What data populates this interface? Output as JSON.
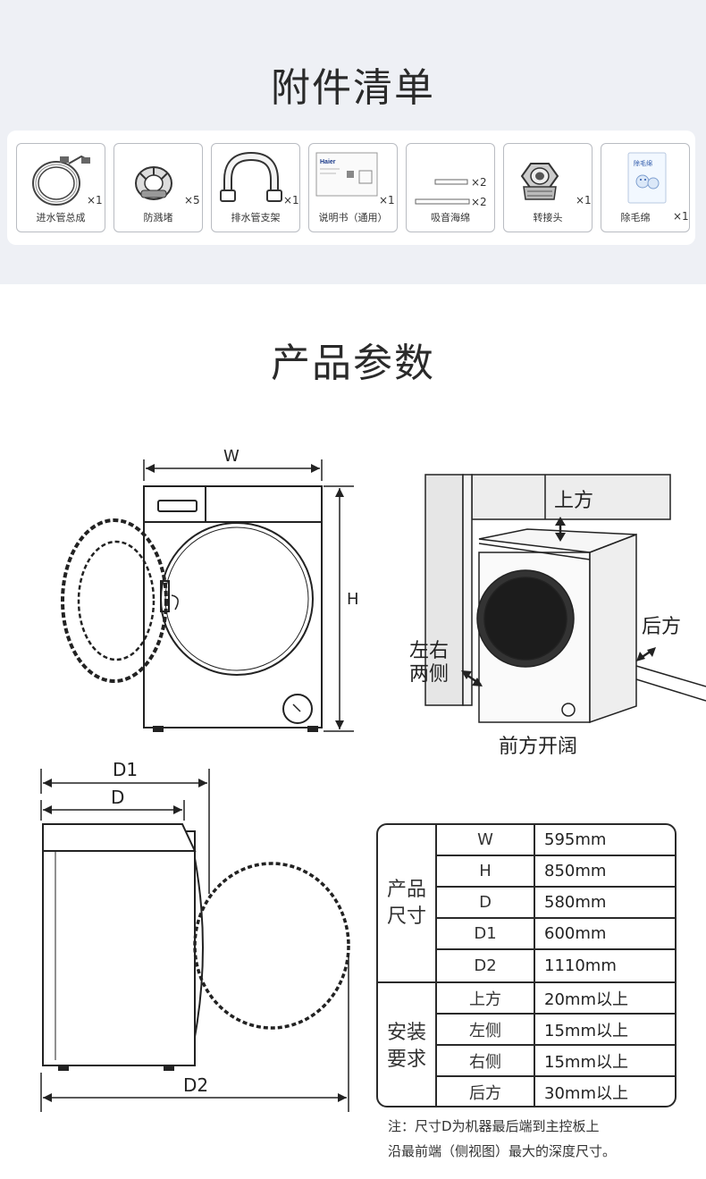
{
  "accessories": {
    "title": "附件清单",
    "items": [
      {
        "label": "进水管总成",
        "qty": "×1",
        "icon": "inlet-hose-icon"
      },
      {
        "label": "防溅堵",
        "qty": "×5",
        "icon": "anti-splash-plug-icon"
      },
      {
        "label": "排水管支架",
        "qty": "×1",
        "icon": "drain-hose-bracket-icon"
      },
      {
        "label": "说明书（通用）",
        "qty": "×1",
        "icon": "manual-icon"
      },
      {
        "label": "吸音海绵",
        "qty": [
          "×2",
          "×2"
        ],
        "icon": "sound-sponge-icon"
      },
      {
        "label": "转接头",
        "qty": "×1",
        "icon": "adapter-icon"
      },
      {
        "label": "除毛绵",
        "qty": "×1",
        "icon": "lint-sponge-icon"
      }
    ],
    "manual_brand": "Haier",
    "lint_pack_text": "除毛绵"
  },
  "params": {
    "title": "产品参数",
    "front_labels": {
      "w": "W",
      "h": "H"
    },
    "side_labels": {
      "d1": "D1",
      "d": "D",
      "d2": "D2"
    },
    "install_labels": {
      "top": "上方",
      "back": "后方",
      "sides": "左右\n两侧",
      "front": "前方开阔"
    }
  },
  "spec_table": {
    "size_group": "产品\n尺寸",
    "install_group": "安装\n要求",
    "size_rows": [
      {
        "key": "W",
        "value": "595mm"
      },
      {
        "key": "H",
        "value": "850mm"
      },
      {
        "key": "D",
        "value": "580mm"
      },
      {
        "key": "D1",
        "value": "600mm"
      },
      {
        "key": "D2",
        "value": "1110mm"
      }
    ],
    "install_rows": [
      {
        "key": "上方",
        "value": "20mm以上"
      },
      {
        "key": "左侧",
        "value": "15mm以上"
      },
      {
        "key": "右侧",
        "value": "15mm以上"
      },
      {
        "key": "后方",
        "value": "30mm以上"
      }
    ]
  },
  "note": {
    "line1": "注：尺寸D为机器最后端到主控板上",
    "line2": "沿最前端（侧视图）最大的深度尺寸。"
  }
}
